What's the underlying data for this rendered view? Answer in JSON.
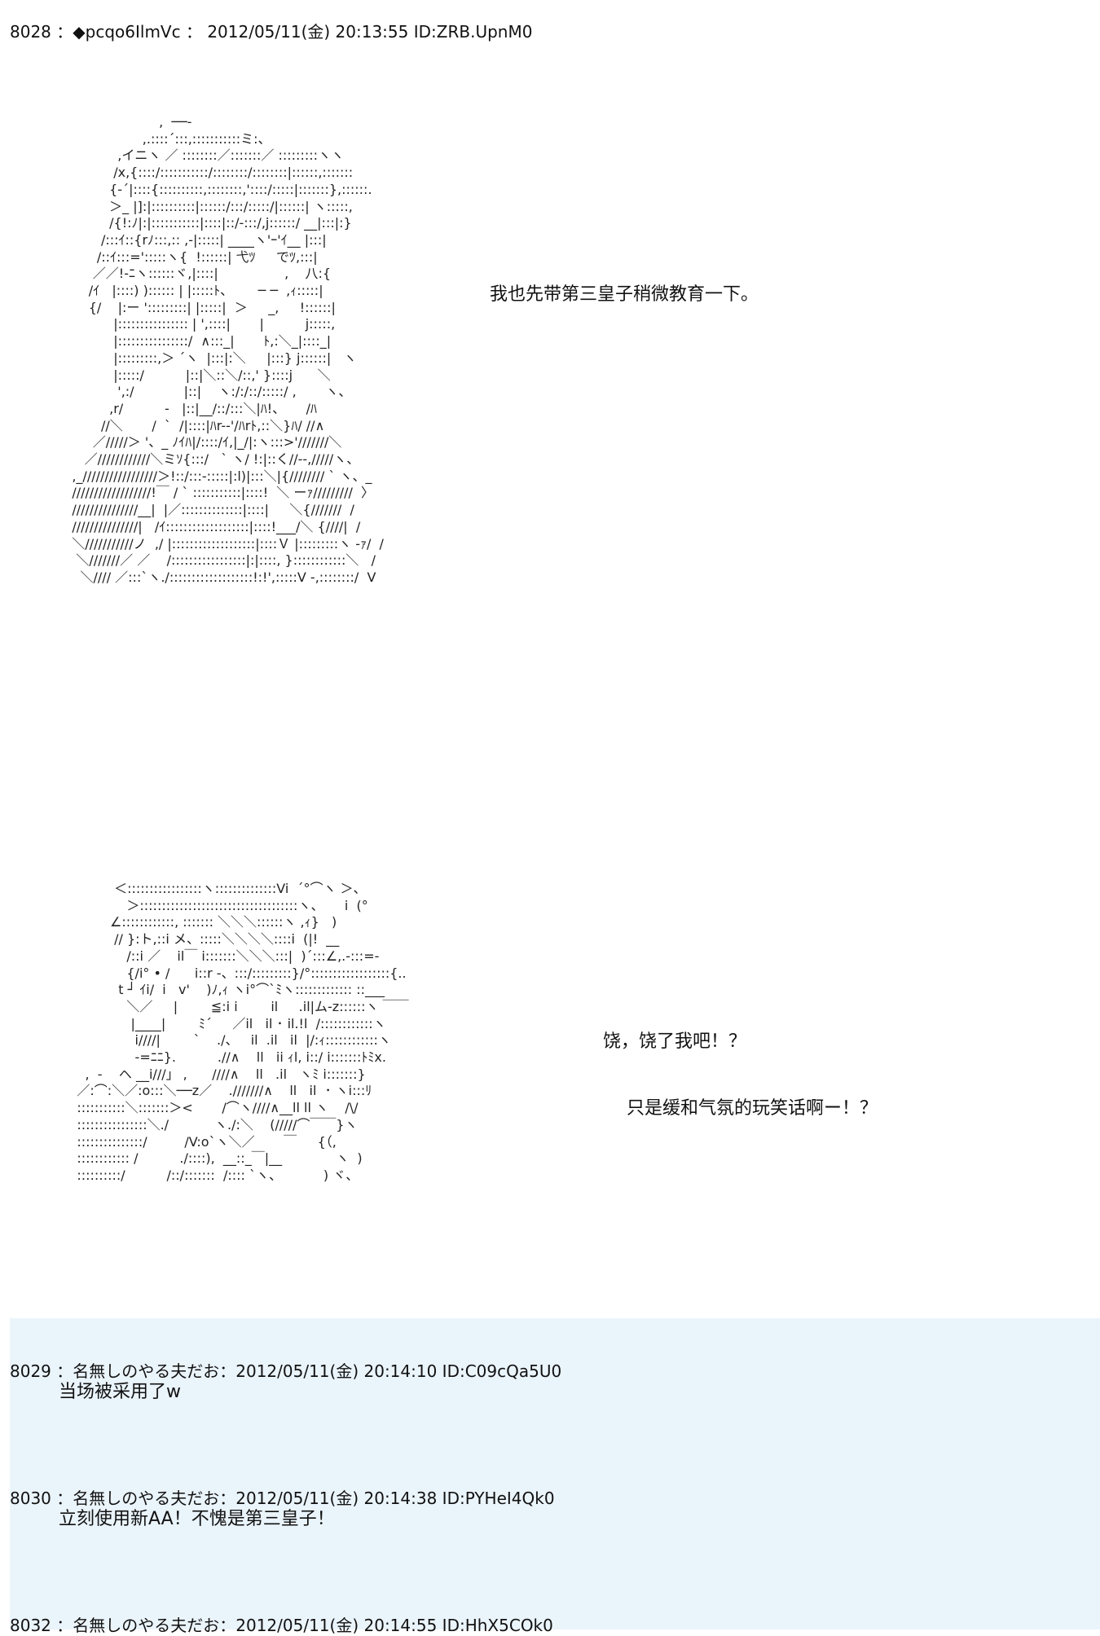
{
  "post_8028": {
    "header": "8028 ：◆pcqo6IlmVc ： 2012/05/11(金) 20:13:55 ID:ZRB.UpnM0",
    "dialog_1": "我也先带第三皇子稍微教育一下。",
    "dialog_2": "饶，饶了我吧！？",
    "dialog_3": "只是缓和气氛的玩笑话啊ー！？"
  },
  "post_8029": {
    "header": "8029 ：名無しのやる夫だお：2012/05/11(金) 20:14:10 ID:C09cQa5U0",
    "body": "当场被采用了w"
  },
  "post_8030": {
    "header": "8030 ：名無しのやる夫だお：2012/05/11(金) 20:14:38 ID:PYHeI4Qk0",
    "body": "立刻使用新AA！不愧是第三皇子！"
  },
  "post_8032": {
    "header": "8032 ：名無しのやる夫だお：2012/05/11(金) 20:14:55 ID:HhX5COk0"
  }
}
